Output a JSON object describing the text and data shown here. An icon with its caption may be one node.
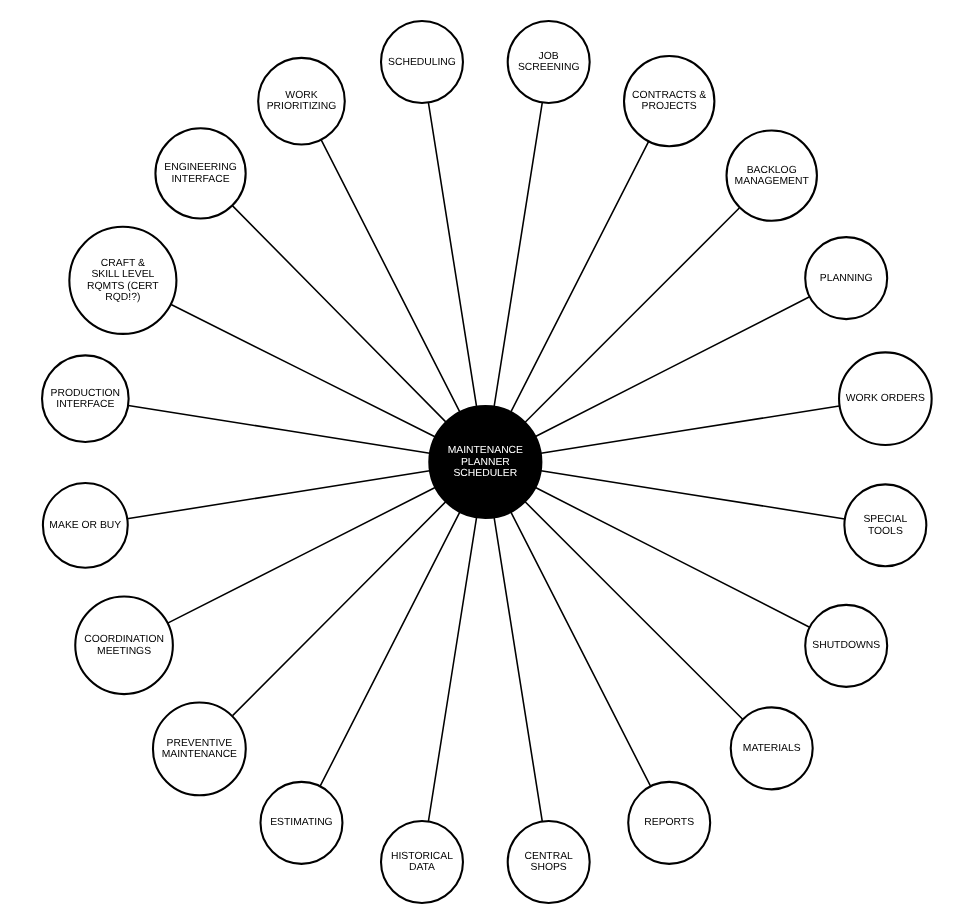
{
  "diagram": {
    "nodes": [
      {
        "text": [
          "MAINTENANCE PLANNER SCHEDULER"
        ]
      },
      {
        "text": [
          "WORK ORDERS"
        ]
      },
      {
        "text": [
          "PLANNING"
        ]
      },
      {
        "text": [
          "BACKLOG MANAGEMENT"
        ]
      },
      {
        "text": [
          "CONTRACTS & PROJECTS"
        ]
      },
      {
        "text": [
          "JOB SCREENING"
        ]
      },
      {
        "text": [
          "SCHEDULING"
        ]
      },
      {
        "text": [
          "WORK PRIORITIZING"
        ]
      },
      {
        "text": [
          "ENGINEERING INTERFACE"
        ]
      },
      {
        "text": [
          "CRAFT & SKILL LEVEL RQMTS (CERT RQD!?)"
        ]
      },
      {
        "text": [
          "PRODUCTION INTERFACE"
        ]
      },
      {
        "text": [
          "MAKE OR BUY"
        ]
      },
      {
        "text": [
          "COORDINATION MEETINGS"
        ]
      },
      {
        "text": [
          "PREVENTIVE MAINTENANCE"
        ]
      },
      {
        "text": [
          "ESTIMATING"
        ]
      },
      {
        "text": [
          "HISTORICAL DATA"
        ]
      },
      {
        "text": [
          "CENTRAL SHOPS"
        ]
      },
      {
        "text": [
          "REPORTS"
        ]
      },
      {
        "text": [
          "MATERIALS"
        ]
      },
      {
        "text": [
          "SHUTDOWNS"
        ]
      },
      {
        "text": [
          "SPECIAL TOOLS"
        ]
      }
    ],
    "edges": [
      {
        "from": 0,
        "to": 1,
        "arrow": "none"
      },
      {
        "from": 0,
        "to": 5,
        "arrow": "none"
      },
      {
        "from": 0,
        "to": 2,
        "arrow": "none"
      },
      {
        "from": 0,
        "to": 6,
        "arrow": "none"
      },
      {
        "from": 0,
        "to": 7,
        "arrow": "none"
      },
      {
        "from": 0,
        "to": 10,
        "arrow": "none"
      },
      {
        "from": 0,
        "to": 12,
        "arrow": "none"
      },
      {
        "from": 0,
        "to": 15,
        "arrow": "none"
      },
      {
        "from": 0,
        "to": 19,
        "arrow": "none"
      },
      {
        "from": 0,
        "to": 17,
        "arrow": "none"
      },
      {
        "from": 0,
        "to": 20,
        "arrow": "none"
      },
      {
        "from": 0,
        "to": 16,
        "arrow": "none"
      },
      {
        "from": 0,
        "to": 18,
        "arrow": "none"
      },
      {
        "from": 0,
        "to": 14,
        "arrow": "none"
      },
      {
        "from": 0,
        "to": 13,
        "arrow": "none"
      },
      {
        "from": 0,
        "to": 11,
        "arrow": "none"
      },
      {
        "from": 0,
        "to": 9,
        "arrow": "none"
      },
      {
        "from": 0,
        "to": 8,
        "arrow": "none"
      },
      {
        "from": 0,
        "to": 3,
        "arrow": "none"
      },
      {
        "from": 0,
        "to": 4,
        "arrow": "none"
      }
    ]
  }
}
